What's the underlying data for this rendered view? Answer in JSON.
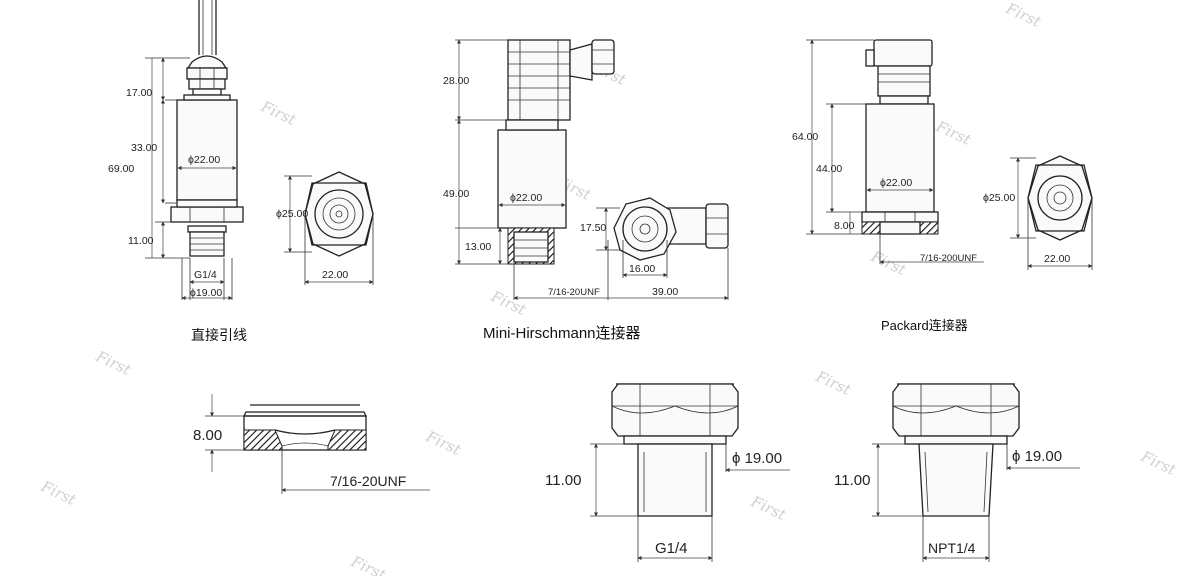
{
  "watermark": "First",
  "captions": {
    "direct": "直接引线",
    "mini": "Mini-Hirschmann连接器",
    "packard": "Packard连接器"
  },
  "direct": {
    "top": "17.00",
    "body": "33.00",
    "total": "69.00",
    "diameter": "ϕ22.00",
    "bottom": "11.00",
    "thread": "G1/4",
    "base_dia": "ϕ19.00",
    "hex_dia": "ϕ25.00",
    "hex_width": "22.00"
  },
  "mini": {
    "top": "28.00",
    "total": "49.00",
    "diameter": "ϕ22.00",
    "bottom": "13.00",
    "thread": "7/16-20UNF",
    "side": "17.50",
    "hex_width": "16.00",
    "total_width": "39.00"
  },
  "packard": {
    "total": "64.00",
    "body": "44.00",
    "diameter": "ϕ22.00",
    "nut": "8.00",
    "thread": "7/16-200UNF",
    "hex_dia": "ϕ25.00",
    "hex_width": "22.00"
  },
  "detail_nut": {
    "height": "8.00",
    "thread": "7/16-20UNF"
  },
  "detail_g": {
    "height": "11.00",
    "dia": "ϕ 19.00",
    "thread": "G1/4"
  },
  "detail_npt": {
    "height": "11.00",
    "dia": "ϕ 19.00",
    "thread": "NPT1/4"
  }
}
